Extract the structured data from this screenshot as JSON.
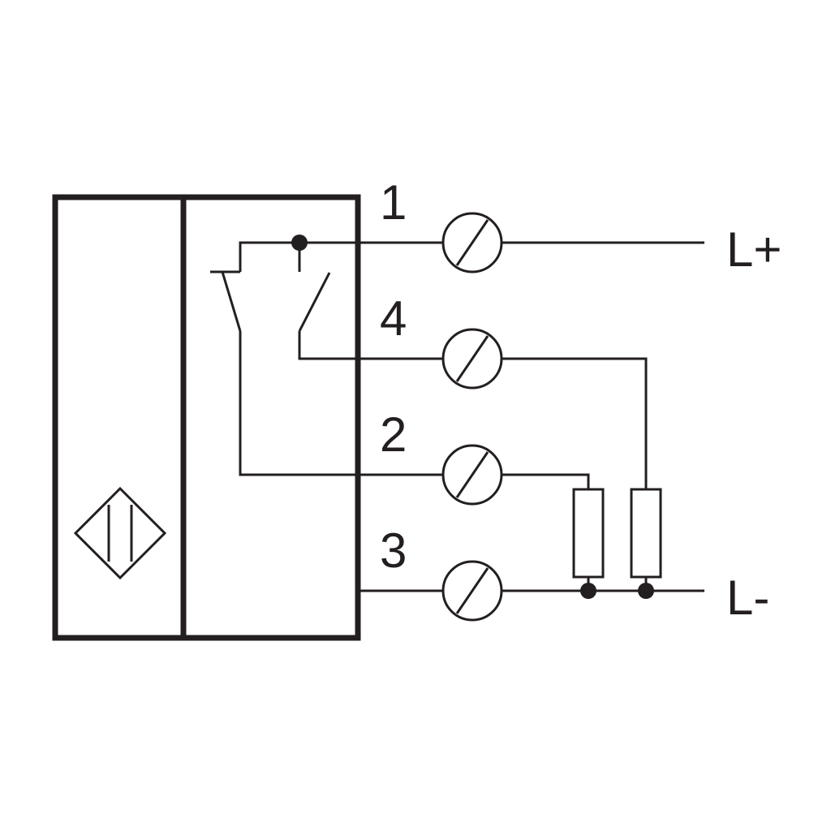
{
  "diagram": {
    "terminals": [
      {
        "number": "1"
      },
      {
        "number": "4"
      },
      {
        "number": "2"
      },
      {
        "number": "3"
      }
    ],
    "supply": {
      "positive": "L+",
      "negative": "L-"
    },
    "colors": {
      "line": "#231f20",
      "background": "#ffffff"
    },
    "icons": [
      "sensor-symbol-icon",
      "no-contact-icon",
      "nc-contact-icon",
      "screw-terminal-icon",
      "load-resistor-icon"
    ]
  }
}
